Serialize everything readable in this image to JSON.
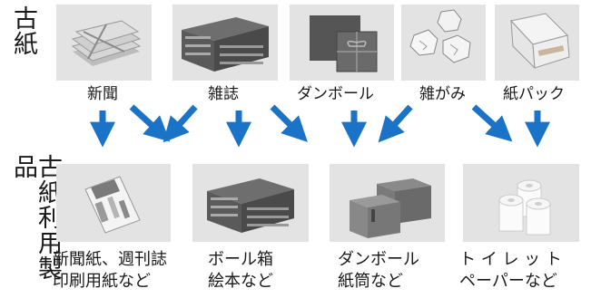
{
  "side_labels": {
    "top": "古紙",
    "bottom": "古紙利用製品"
  },
  "sources": [
    {
      "label": "新聞",
      "icon": "newspaper-stack-icon"
    },
    {
      "label": "雑誌",
      "icon": "magazine-stack-icon"
    },
    {
      "label": "ダンボール",
      "icon": "cardboard-bundle-icon"
    },
    {
      "label": "雑がみ",
      "icon": "crumpled-paper-icon"
    },
    {
      "label": "紙パック",
      "icon": "milk-carton-icon"
    }
  ],
  "products": [
    {
      "line1": "新聞紙、週刊誌",
      "line2": "印刷用紙など",
      "icon": "printed-paper-icon"
    },
    {
      "line1": "ボール箱",
      "line2": "絵本など",
      "icon": "book-stack-icon"
    },
    {
      "line1": "ダンボール",
      "line2": "紙筒など",
      "icon": "cardboard-boxes-icon"
    },
    {
      "line1": "ト イ レ ッ ト",
      "line2": "ペーパーなど",
      "icon": "toilet-paper-icon"
    }
  ],
  "colors": {
    "arrow": "#1a73c6",
    "box": "#e3e3e3"
  }
}
